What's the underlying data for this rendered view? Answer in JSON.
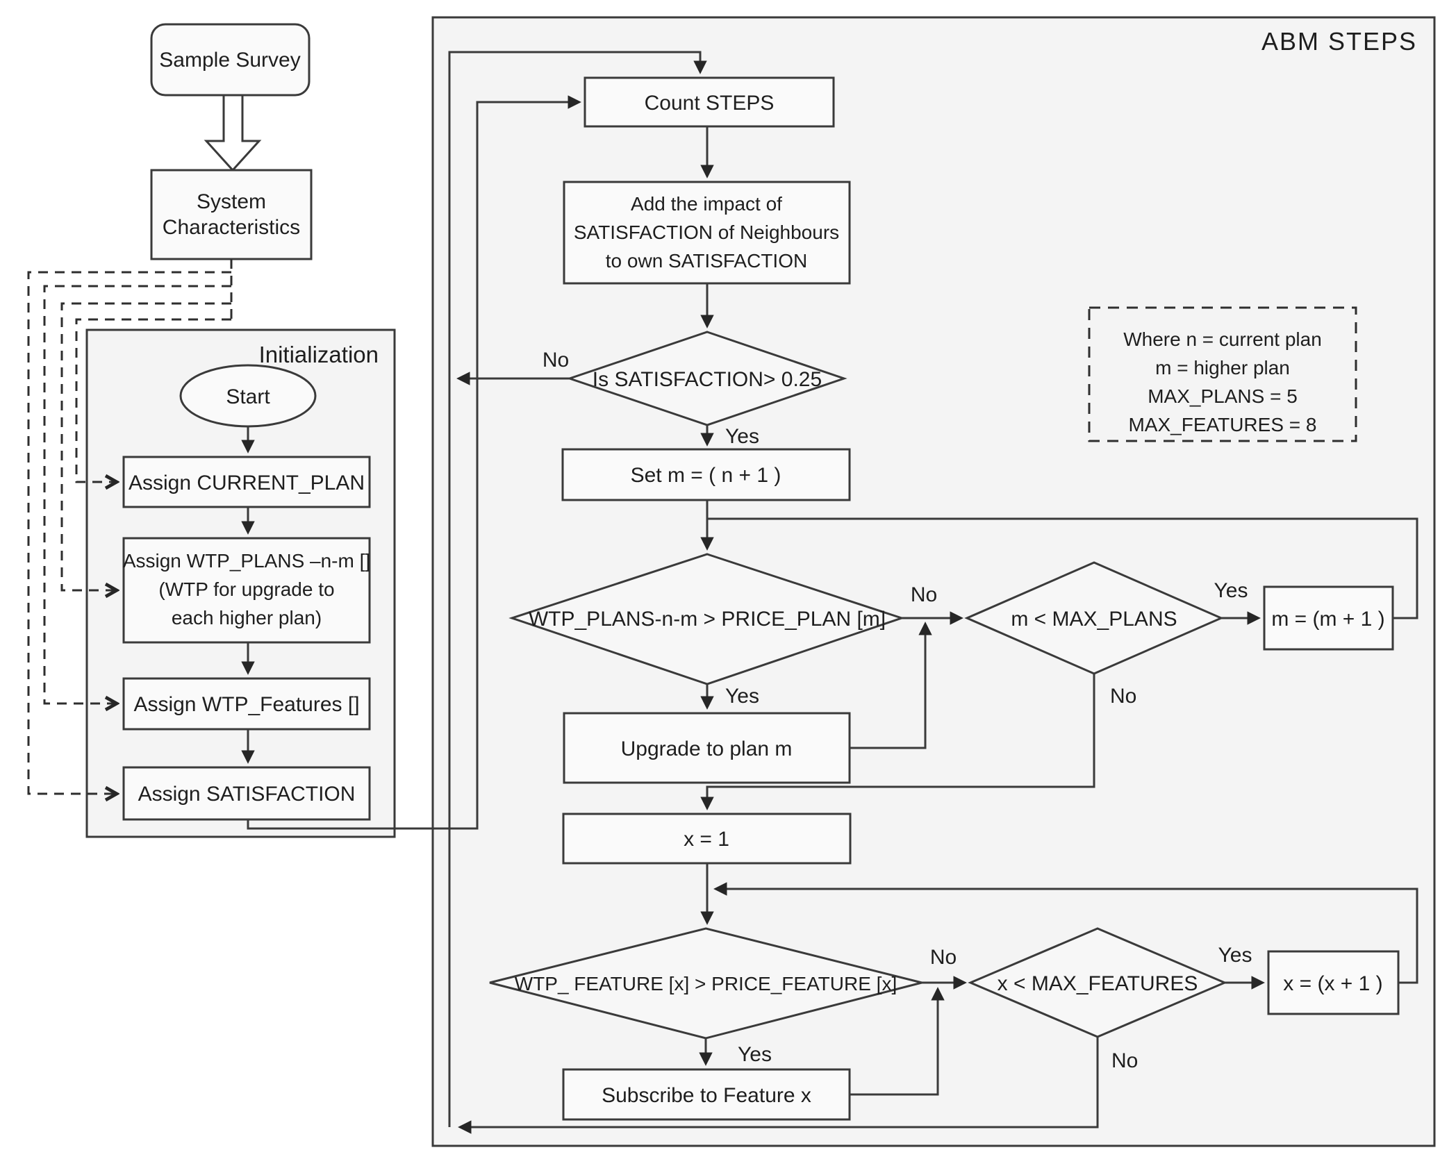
{
  "diagram": {
    "region_label": "ABM  STEPS",
    "initialization_label": "Initialization",
    "nodes": {
      "sample_survey": "Sample Survey",
      "system_characteristics": [
        "System",
        "Characteristics"
      ],
      "start": "Start",
      "assign_current_plan": "Assign CURRENT_PLAN",
      "assign_wtp_plans": [
        "Assign WTP_PLANS –n-m []",
        "(WTP for upgrade to",
        "each higher plan)"
      ],
      "assign_wtp_features": "Assign WTP_Features []",
      "assign_satisfaction": "Assign SATISFACTION",
      "count_steps": "Count STEPS",
      "add_impact": [
        "Add the impact of",
        "SATISFACTION of Neighbours",
        "to  own SATISFACTION"
      ],
      "satisfaction_check": "Is SATISFACTION> 0.25",
      "set_m": "Set m = ( n + 1 )",
      "wtp_plans_check": "WTP_PLANS-n-m > PRICE_PLAN [m]",
      "max_plans_check": "m  < MAX_PLANS",
      "m_increment": "m  =  (m + 1 )",
      "upgrade_plan": "Upgrade to plan m",
      "x_init": "x = 1",
      "wtp_feature_check": "WTP_ FEATURE [x] > PRICE_FEATURE [x]",
      "max_features_check": "x  < MAX_FEATURES",
      "x_increment": "x  =  (x + 1 )",
      "subscribe_feature": "Subscribe to Feature x",
      "note": [
        "Where n = current plan",
        "m = higher plan",
        "MAX_PLANS = 5",
        "MAX_FEATURES = 8"
      ]
    },
    "edge_labels": {
      "satisfaction_no": "No",
      "satisfaction_yes": "Yes",
      "wtp_plans_no": "No",
      "wtp_plans_yes": "Yes",
      "max_plans_yes": "Yes",
      "max_plans_no": "No",
      "wtp_feature_no": "No",
      "wtp_feature_yes": "Yes",
      "max_features_yes": "Yes",
      "max_features_no": "No"
    },
    "colors": {
      "stroke": "#3a3a3a",
      "region_fill": "#f4f4f4",
      "node_fill": "#fafafa",
      "background": "#ffffff"
    }
  }
}
